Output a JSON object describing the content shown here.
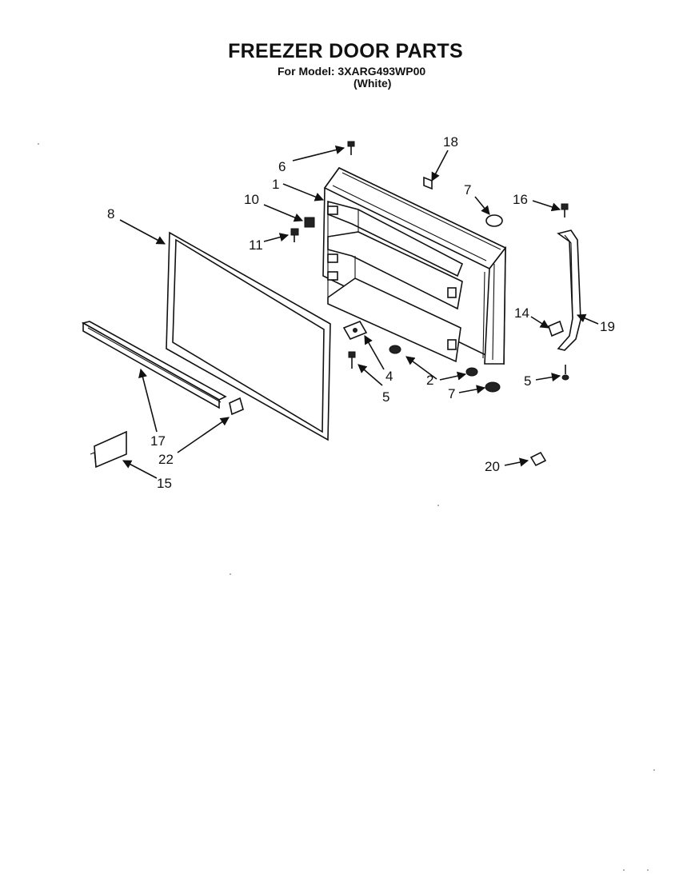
{
  "header": {
    "title": "FREEZER DOOR PARTS",
    "model_line": "For Model: 3XARG493WP00",
    "color_line": "(White)"
  },
  "callouts": {
    "c1": "1",
    "c2": "2",
    "c4": "4",
    "c5a": "5",
    "c5b": "5",
    "c6": "6",
    "c7a": "7",
    "c7b": "7",
    "c8": "8",
    "c10": "10",
    "c11": "11",
    "c14": "14",
    "c15": "15",
    "c16": "16",
    "c17": "17",
    "c18": "18",
    "c19": "19",
    "c20": "20",
    "c22": "22"
  }
}
